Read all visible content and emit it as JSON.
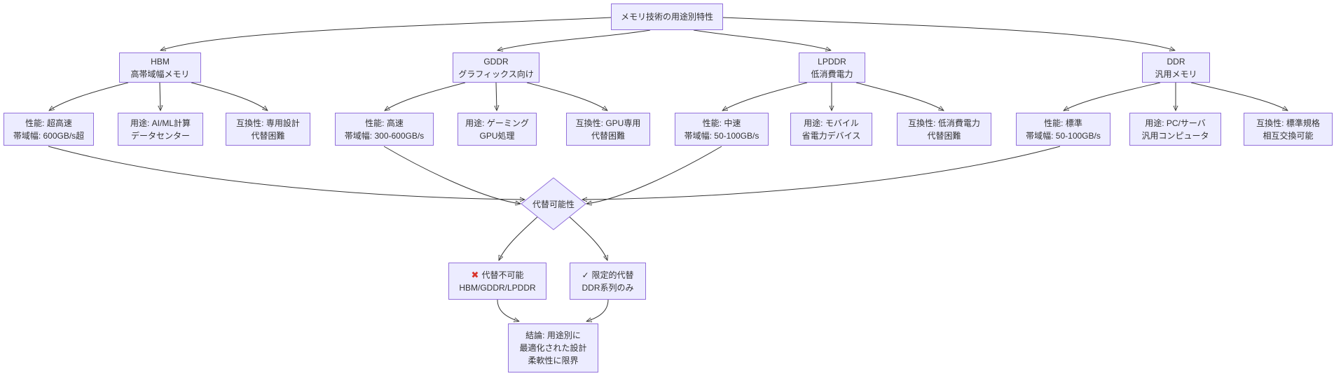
{
  "diagram": {
    "title": "メモリ技術の用途別特性",
    "type": "flowchart",
    "colors": {
      "node_fill": "#ECECFF",
      "node_border": "#9370DB",
      "edge": "#333333",
      "text": "#333333",
      "x_icon_red": "#d9342b"
    },
    "nodes": {
      "root": {
        "lines": [
          "メモリ技術の用途別特性"
        ]
      },
      "hbm": {
        "lines": [
          "HBM",
          "高帯域幅メモリ"
        ]
      },
      "gddr": {
        "lines": [
          "GDDR",
          "グラフィックス向け"
        ]
      },
      "lpddr": {
        "lines": [
          "LPDDR",
          "低消費電力"
        ]
      },
      "ddr": {
        "lines": [
          "DDR",
          "汎用メモリ"
        ]
      },
      "hbm-performance": {
        "lines": [
          "性能: 超高速",
          "帯域幅: 600GB/s超"
        ]
      },
      "hbm-usage": {
        "lines": [
          "用途: AI/ML計算",
          "データセンター"
        ]
      },
      "hbm-compatibility": {
        "lines": [
          "互換性: 専用設計",
          "代替困難"
        ]
      },
      "gddr-performance": {
        "lines": [
          "性能: 高速",
          "帯域幅: 300-600GB/s"
        ]
      },
      "gddr-usage": {
        "lines": [
          "用途: ゲーミング",
          "GPU処理"
        ]
      },
      "gddr-compatibility": {
        "lines": [
          "互換性: GPU専用",
          "代替困難"
        ]
      },
      "lpddr-performance": {
        "lines": [
          "性能: 中速",
          "帯域幅: 50-100GB/s"
        ]
      },
      "lpddr-usage": {
        "lines": [
          "用途: モバイル",
          "省電力デバイス"
        ]
      },
      "lpddr-compatibility": {
        "lines": [
          "互換性: 低消費電力",
          "代替困難"
        ]
      },
      "ddr-performance": {
        "lines": [
          "性能: 標準",
          "帯域幅: 50-100GB/s"
        ]
      },
      "ddr-usage": {
        "lines": [
          "用途: PC/サーバ",
          "汎用コンピュータ"
        ]
      },
      "ddr-compatibility": {
        "lines": [
          "互換性: 標準規格",
          "相互交換可能"
        ]
      },
      "substitutability": {
        "lines": [
          "代替可能性"
        ]
      },
      "not-substitutable": {
        "icon": "✖",
        "lines": [
          "代替不可能",
          "HBM/GDDR/LPDDR"
        ]
      },
      "limited-substitution": {
        "icon": "✓",
        "lines": [
          "限定的代替",
          "DDR系列のみ"
        ]
      },
      "conclusion": {
        "lines": [
          "結論: 用途別に",
          "最適化された設計",
          "柔軟性に限界"
        ]
      }
    },
    "edges": [
      {
        "from": "root",
        "to": "hbm"
      },
      {
        "from": "root",
        "to": "gddr"
      },
      {
        "from": "root",
        "to": "lpddr"
      },
      {
        "from": "root",
        "to": "ddr"
      },
      {
        "from": "hbm",
        "to": "hbm-performance"
      },
      {
        "from": "hbm",
        "to": "hbm-usage"
      },
      {
        "from": "hbm",
        "to": "hbm-compatibility"
      },
      {
        "from": "gddr",
        "to": "gddr-performance"
      },
      {
        "from": "gddr",
        "to": "gddr-usage"
      },
      {
        "from": "gddr",
        "to": "gddr-compatibility"
      },
      {
        "from": "lpddr",
        "to": "lpddr-performance"
      },
      {
        "from": "lpddr",
        "to": "lpddr-usage"
      },
      {
        "from": "lpddr",
        "to": "lpddr-compatibility"
      },
      {
        "from": "ddr",
        "to": "ddr-performance"
      },
      {
        "from": "ddr",
        "to": "ddr-usage"
      },
      {
        "from": "ddr",
        "to": "ddr-compatibility"
      },
      {
        "from": "hbm-performance",
        "to": "substitutability"
      },
      {
        "from": "gddr-performance",
        "to": "substitutability"
      },
      {
        "from": "lpddr-performance",
        "to": "substitutability"
      },
      {
        "from": "ddr-performance",
        "to": "substitutability"
      },
      {
        "from": "substitutability",
        "to": "not-substitutable"
      },
      {
        "from": "substitutability",
        "to": "limited-substitution"
      },
      {
        "from": "not-substitutable",
        "to": "conclusion"
      },
      {
        "from": "limited-substitution",
        "to": "conclusion"
      }
    ]
  }
}
